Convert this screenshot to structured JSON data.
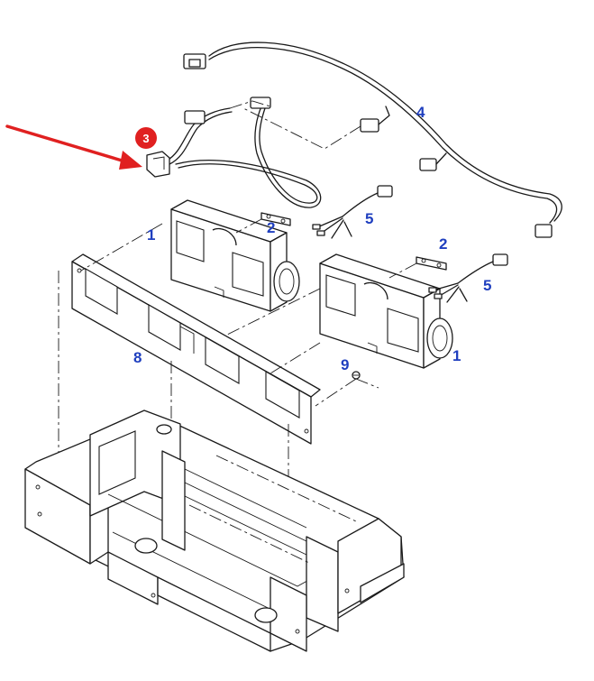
{
  "colors": {
    "label_blue": "#1f3fbf",
    "callout_red": "#e02020",
    "line": "#1a1a1a"
  },
  "callout": {
    "number": "3"
  },
  "labels": {
    "harness_main": "4",
    "blower_left": "1",
    "blower_right": "1",
    "bracket_left": "2",
    "bracket_right": "2",
    "harness_left": "5",
    "harness_right": "5",
    "panel": "8",
    "screw": "9"
  }
}
